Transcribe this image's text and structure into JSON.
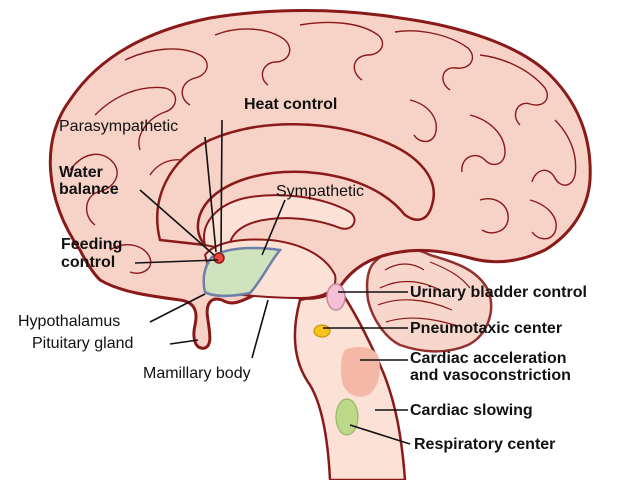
{
  "labels": {
    "heat_control": "Heat control",
    "parasympathetic": "Parasympathetic",
    "water_balance_1": "Water",
    "water_balance_2": "balance",
    "feeding_control_1": "Feeding",
    "feeding_control_2": "control",
    "sympathetic": "Sympathetic",
    "hypothalamus": "Hypothalamus",
    "pituitary_gland": "Pituitary gland",
    "mamillary_body": "Mamillary body",
    "urinary_bladder_control": "Urinary bladder control",
    "pneumotaxic_center": "Pneumotaxic center",
    "cardiac_acceleration_1": "Cardiac acceleration",
    "cardiac_acceleration_2": "and vasoconstriction",
    "cardiac_slowing": "Cardiac slowing",
    "respiratory_center": "Respiratory center"
  },
  "colors": {
    "brain_fill": "#f7d2c6",
    "brain_stroke": "#8a1a1a",
    "brainstem_fill": "#fbe1d6",
    "hypothalamus_fill": "#cfe3bf",
    "hypothalamus_stroke": "#6f7fa8",
    "urinary_bladder": "#f3c0d6",
    "pneumotaxic": "#f7c21b",
    "cardiac_acceleration": "#f4b9a6",
    "respiratory": "#bcd98a",
    "leader_line": "#111111",
    "nucleus_dot": "#e8453c"
  }
}
